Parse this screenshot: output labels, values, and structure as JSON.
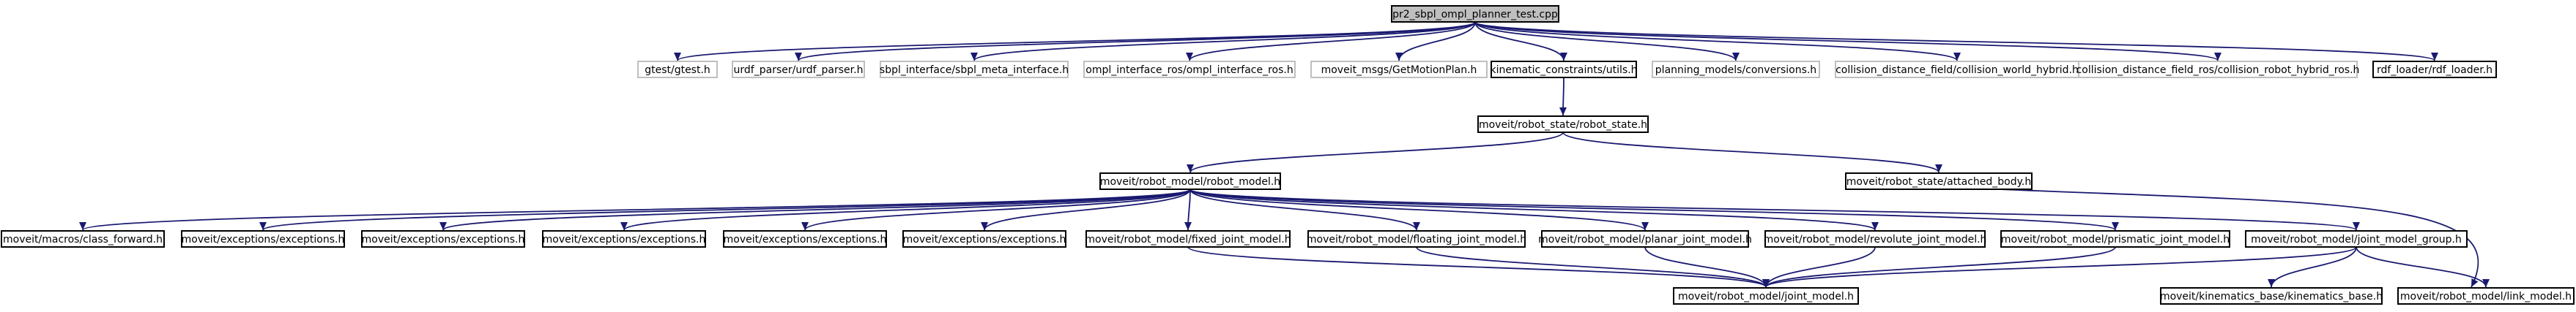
{
  "diagram": {
    "nodes": {
      "root": "pr2_sbpl_ompl_planner_test.cpp",
      "gtest": "gtest/gtest.h",
      "urdf_parser": "urdf_parser/urdf_parser.h",
      "sbpl_meta": "sbpl_interface/sbpl_meta_interface.h",
      "ompl_ros": "ompl_interface_ros/ompl_interface_ros.h",
      "getmotion": "moveit_msgs/GetMotionPlan.h",
      "kinematic": "kinematic_constraints/utils.h",
      "conversions": "planning_models/conversions.h",
      "coll_world": "collision_distance_field/collision_world_hybrid.h",
      "coll_robot": "collision_distance_field_ros/collision_robot_hybrid_ros.h",
      "rdf_loader": "rdf_loader/rdf_loader.h",
      "robot_state": "moveit/robot_state/robot_state.h",
      "robot_model": "moveit/robot_model/robot_model.h",
      "attached_body": "moveit/robot_state/attached_body.h",
      "class_forward": "moveit/macros/class_forward.h",
      "exc1": "moveit/exceptions/exceptions.h",
      "exc2": "moveit/exceptions/exceptions.h",
      "exc3": "moveit/exceptions/exceptions.h",
      "exc4": "moveit/exceptions/exceptions.h",
      "exc5": "moveit/exceptions/exceptions.h",
      "fixed": "moveit/robot_model/fixed_joint_model.h",
      "floating": "moveit/robot_model/floating_joint_model.h",
      "planar": "moveit/robot_model/planar_joint_model.h",
      "revolute": "moveit/robot_model/revolute_joint_model.h",
      "prismatic": "moveit/robot_model/prismatic_joint_model.h",
      "jmg": "moveit/robot_model/joint_model_group.h",
      "joint_model": "moveit/robot_model/joint_model.h",
      "kinematics_base": "moveit/kinematics_base/kinematics_base.h",
      "link_model": "moveit/robot_model/link_model.h"
    },
    "colors": {
      "root_fill": "#bfbfbf",
      "edge": "#191970",
      "border_dark": "#000000",
      "border_light": "#bfbfbf"
    }
  }
}
